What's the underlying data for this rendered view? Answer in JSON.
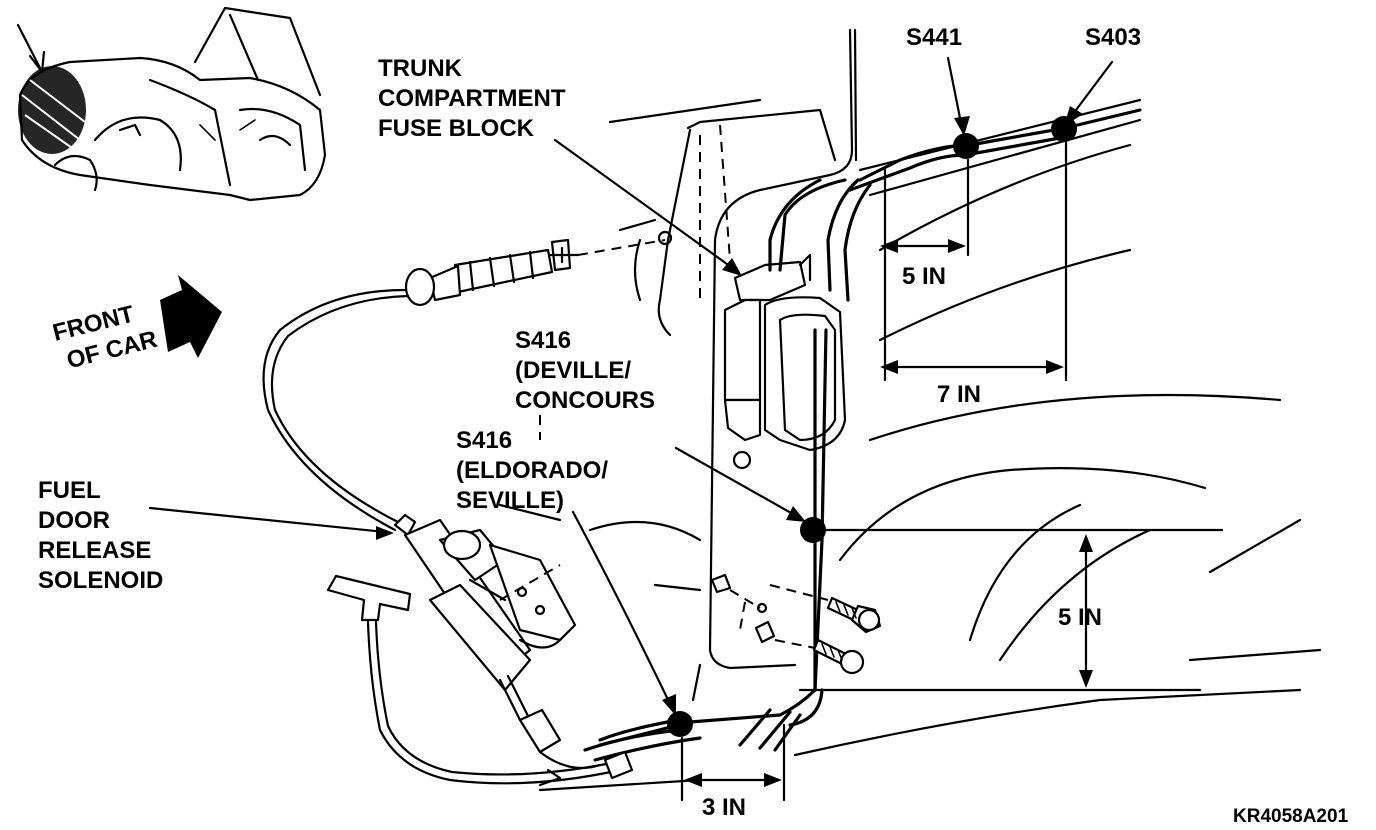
{
  "labels": {
    "trunk_fuse_block": [
      "TRUNK",
      "COMPARTMENT",
      "FUSE BLOCK"
    ],
    "s441": "S441",
    "s403": "S403",
    "front_of_car": [
      "FRONT",
      "OF CAR"
    ],
    "s416_deville": [
      "S416",
      "(DEVILLE/",
      "CONCOURS"
    ],
    "s416_eldorado": [
      "S416",
      "(ELDORADO/",
      "SEVILLE)"
    ],
    "fuel_door_solenoid": [
      "FUEL",
      "DOOR",
      "RELEASE",
      "SOLENOID"
    ],
    "dim_5in_top": "5 IN",
    "dim_7in": "7 IN",
    "dim_5in_right": "5 IN",
    "dim_3in": "3 IN",
    "figure_id": "KR4058A201"
  }
}
